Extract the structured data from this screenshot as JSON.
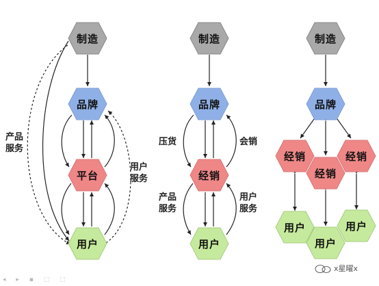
{
  "colors": {
    "manufacture": "#a9a9a9",
    "brand": "#8fb0e6",
    "platform": "#ef8787",
    "dealer": "#ef8787",
    "user": "#c6ea9d",
    "wire": "#222222"
  },
  "panel1": {
    "manufacture": "制造",
    "brand": "品牌",
    "platform": "平台",
    "user": "用户",
    "product_service_label": [
      "产品",
      "服务"
    ],
    "user_service_label": [
      "用户",
      "服务"
    ]
  },
  "panel2": {
    "manufacture": "制造",
    "brand": "品牌",
    "dealer": "经销",
    "user": "用户",
    "stock_label": "压货",
    "meeting_label": "会销",
    "product_service_label": [
      "产品",
      "服务"
    ],
    "user_service_label": [
      "用户",
      "服务"
    ]
  },
  "panel3": {
    "manufacture": "制造",
    "brand": "品牌",
    "dealer_left": "经销",
    "dealer_center": "经销",
    "dealer_right": "经销",
    "user_left": "用户",
    "user_center": "用户",
    "user_right": "用户"
  },
  "footer": {
    "brand_text": "x星曜x",
    "icon": "speech-bubble-icon"
  },
  "toolbar": {
    "glyphs": "◂ ▸ ▪ ⬚ ⬚"
  }
}
